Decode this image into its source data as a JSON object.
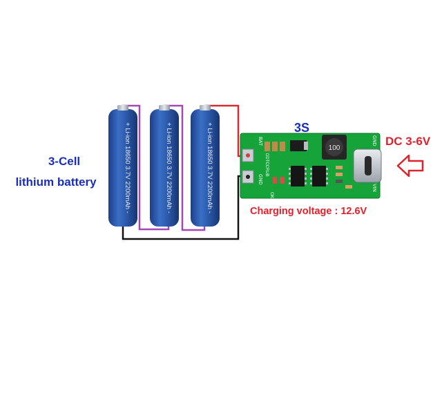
{
  "diagram": {
    "battery_label_line1": "3-Cell",
    "battery_label_line2": "lithium battery",
    "board_title": "3S",
    "input_label": "DC 3-6V",
    "charging_label": "Charging voltage : 12.6V"
  },
  "batteries": [
    {
      "text": "+ Li-ion 18650 3.7V 2200mAh -"
    },
    {
      "text": "+ Li-ion 18650 3.7V 2200mAh -"
    },
    {
      "text": "+ Li-ion 18650 3.7V 2200mAh -"
    }
  ],
  "board": {
    "inductor_marking": "100",
    "pin_bat": "BAT",
    "pin_gnd_left": "GND",
    "pin_gnd_right": "GND",
    "pin_vin": "VIN",
    "led_labels": "OK CR",
    "brand": "DDTCCRUB"
  },
  "colors": {
    "battery_blue": "#2f5fb3",
    "wire_purple": "#a347b5",
    "wire_red": "#d82a2a",
    "wire_black": "#111111",
    "pcb_green": "#16a33a",
    "label_blue": "#1a2fb8",
    "label_red": "#e0202a"
  }
}
